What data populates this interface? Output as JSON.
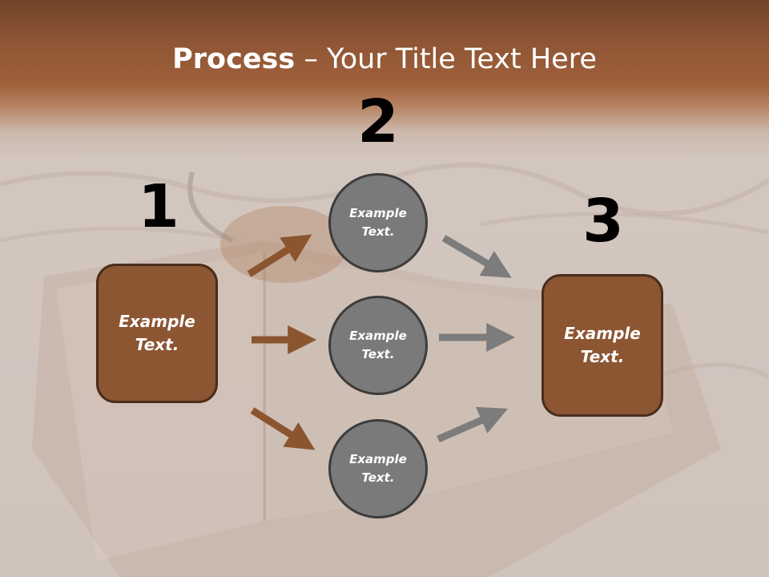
{
  "title": {
    "bold": "Process",
    "rest": " – Your Title Text Here"
  },
  "steps": [
    {
      "number": "1",
      "label": "Example\nText."
    },
    {
      "number": "2"
    },
    {
      "number": "3",
      "label": "Example\nText."
    }
  ],
  "circles": [
    {
      "label": "Example\nText."
    },
    {
      "label": "Example\nText."
    },
    {
      "label": "Example\nText."
    }
  ],
  "colors": {
    "box_fill": "#8c5633",
    "circle_fill": "#7a7a7a",
    "brown_arrow": "#8b5530",
    "gray_arrow": "#7c7c7c"
  }
}
